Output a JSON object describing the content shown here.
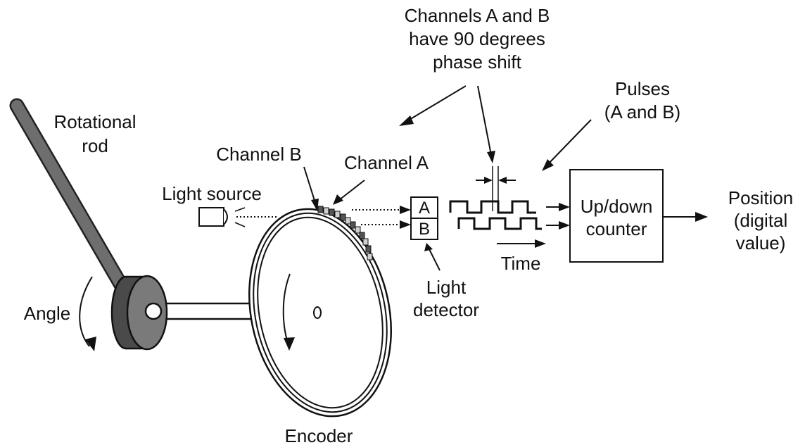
{
  "labels": {
    "rotational_rod_1": "Rotational",
    "rotational_rod_2": "rod",
    "angle": "Angle",
    "light_source": "Light source",
    "channel_b": "Channel B",
    "channel_a": "Channel A",
    "phase_1": "Channels A and B",
    "phase_2": "have 90 degrees",
    "phase_3": "phase shift",
    "pulses_1": "Pulses",
    "pulses_2": "(A and B)",
    "detector_a": "A",
    "detector_b": "B",
    "light_detector_1": "Light",
    "light_detector_2": "detector",
    "time": "Time",
    "counter_1": "Up/down",
    "counter_2": "counter",
    "position_1": "Position",
    "position_2": "(digital",
    "position_3": "value)",
    "encoder": "Encoder",
    "center_mark": "0"
  },
  "colors": {
    "ink": "#111111",
    "rod": "#6e6e6e",
    "hub_dark": "#4a4a4a",
    "hub_face": "#7a7a7a",
    "track_dark": "#555555",
    "track_light": "#cfcfcf"
  }
}
